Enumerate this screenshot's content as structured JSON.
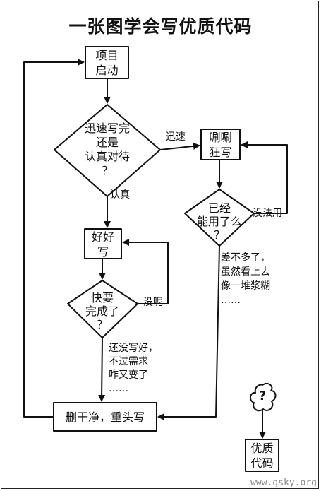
{
  "title": "一张图学会写优质代码",
  "nodes": {
    "start": "项目\n启动",
    "decision_speed": "迅速写完\n还是\n认真对待\n？",
    "crazy_write": "唰唰\n狂写",
    "usable": "已经\n能用了么\n？",
    "write_well": "好好\n写",
    "almost_done": "快要\n完成了\n？",
    "restart": "删干净，重头写",
    "mystery": "?",
    "quality_code": "优质\n代码"
  },
  "edges": {
    "fast": "迅速",
    "careful": "认真",
    "not_usable": "没法用",
    "usable_yes": "差不多了，\n虽然看上去\n像一堆浆糊\n……",
    "not_yet": "没呢",
    "requirements_changed": "还没写好，\n不过需求\n咋又变了\n……"
  },
  "watermark": "www.gsky.org"
}
